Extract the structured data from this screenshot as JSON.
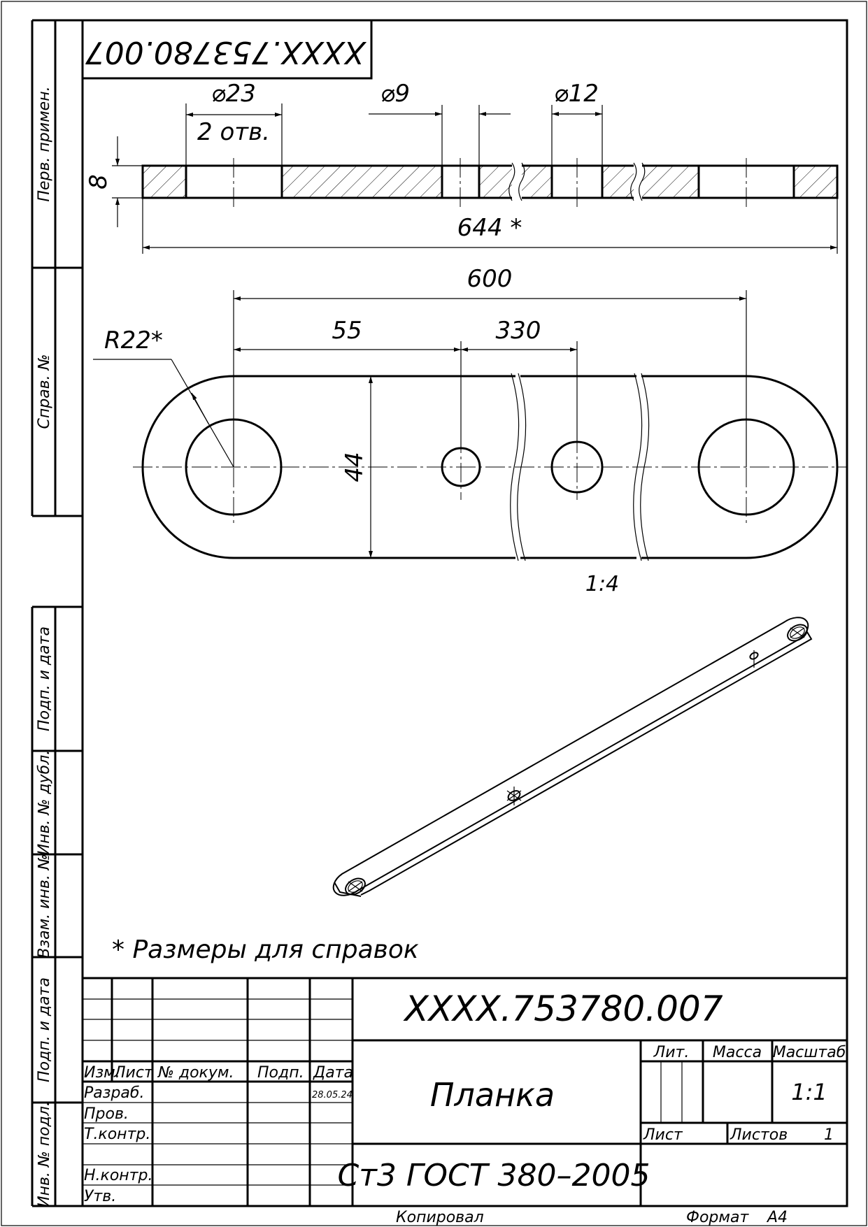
{
  "document": {
    "designation": "XXXX.753780.007",
    "designation_mirrored": "XXXX.753780.007",
    "part_name": "Планка",
    "material": "Ст3  ГОСТ 380–2005",
    "note": "* Размеры для справок",
    "view_scale": "1:4"
  },
  "dimensions": {
    "d23": "⌀23",
    "d23_note": "2 отв.",
    "d9": "⌀9",
    "d12": "⌀12",
    "thickness": "8",
    "overall": "644 *",
    "span_600": "600",
    "dim_55": "55",
    "dim_330": "330",
    "radius": "R22*",
    "width": "44"
  },
  "side_labels": {
    "perv_primen": "Перв. примен.",
    "sprav_no": "Справ. №",
    "podp_data_1": "Подп. и дата",
    "inv_dubl": "Инв. № дубл.",
    "vzam_inv": "Взам. инв. №",
    "podp_data_2": "Подп. и дата",
    "inv_podl": "Инв. № подл."
  },
  "title_block": {
    "col_izm": "Изм.",
    "col_list": "Лист",
    "col_doc": "№ докум.",
    "col_podp": "Подп.",
    "col_data": "Дата",
    "razrab": "Разраб.",
    "prov": "Пров.",
    "tkontr": "Т.контр.",
    "nkontr": "Н.контр.",
    "utv": "Утв.",
    "date_value": "28.05.24",
    "lit": "Лит.",
    "massa": "Масса",
    "masshtab": "Масштаб",
    "scale_value": "1:1",
    "list": "Лист",
    "listov": "Листов",
    "listov_value": "1"
  },
  "footer": {
    "kopiroval": "Копировал",
    "format": "Формат",
    "format_value": "А4"
  }
}
